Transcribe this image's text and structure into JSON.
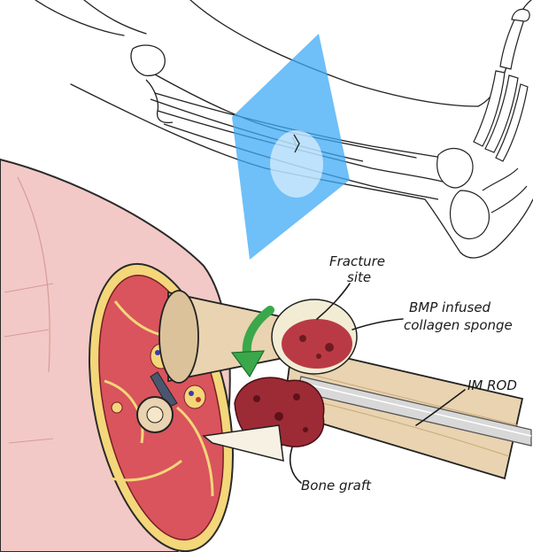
{
  "labels": {
    "fracture_line1": "Fracture",
    "fracture_line2": "site",
    "bmp_line1": "BMP infused",
    "bmp_line2": "collagen sponge",
    "im_rod": "IM ROD",
    "bone_graft": "Bone graft"
  },
  "colors": {
    "plane": "#3fa9f5",
    "skin": "#f2c9c6",
    "muscle": "#d9545d",
    "fat": "#f3d77a",
    "bone": "#e9d3b0",
    "graft": "#9c2b36",
    "arrow": "#3aa84a",
    "rod": "#d8d8d8"
  }
}
